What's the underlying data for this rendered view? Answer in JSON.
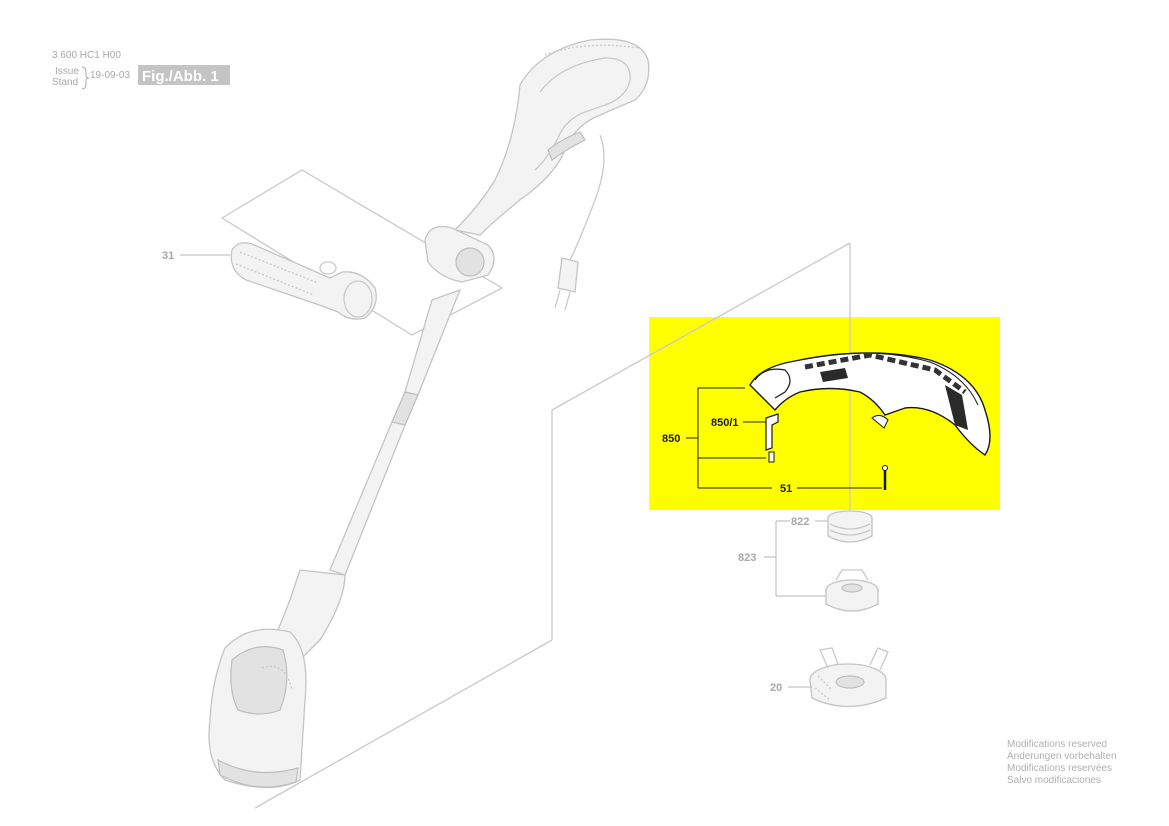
{
  "header": {
    "part_number": "3 600 HC1 H00",
    "issue_label": "Issue",
    "stand_label": "Stand",
    "date": "19-09-03",
    "figure_label": "Fig./Abb. 1"
  },
  "callouts": {
    "handle": "31",
    "guard_assembly": "850",
    "bracket": "850/1",
    "screw": "51",
    "spool_cover": "822",
    "spool_assembly": "823",
    "spool_housing": "20"
  },
  "notes": [
    "Modifications reserved",
    "Änderungen vorbehalten",
    "Modifications reservées",
    "Salvo modificaciones"
  ],
  "colors": {
    "highlight": "#ffff00",
    "ghost_line": "#c9c9c9",
    "label_gray": "#a8a8a8",
    "label_dark": "#1a1a1a",
    "figure_box": "#c4c4c4"
  }
}
